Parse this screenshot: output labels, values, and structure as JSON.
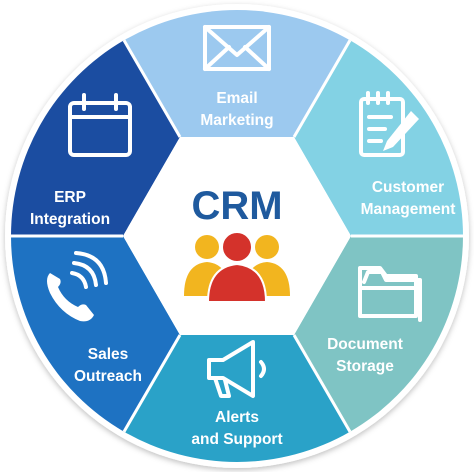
{
  "center": {
    "title": "CRM",
    "icon": "people-group-icon",
    "colors": {
      "title": "#1f5a9e",
      "front_person": "#d4322b",
      "side_people": "#f2b51f"
    }
  },
  "segments": [
    {
      "id": "email-marketing",
      "lines": [
        "Email",
        "Marketing"
      ],
      "icon": "envelope-icon",
      "color": "#9cc9ef"
    },
    {
      "id": "customer-management",
      "lines": [
        "Customer",
        "Management"
      ],
      "icon": "notepad-pencil-icon",
      "color": "#83d2e4"
    },
    {
      "id": "document-storage",
      "lines": [
        "Document",
        "Storage"
      ],
      "icon": "folder-icon",
      "color": "#7fc4c4"
    },
    {
      "id": "alerts-and-support",
      "lines": [
        "Alerts",
        "and Support"
      ],
      "icon": "megaphone-icon",
      "color": "#2aa2c8"
    },
    {
      "id": "sales-outreach",
      "lines": [
        "Sales",
        "Outreach"
      ],
      "icon": "phone-call-icon",
      "color": "#1e72c2"
    },
    {
      "id": "erp-integration",
      "lines": [
        "ERP",
        "Integration"
      ],
      "icon": "calendar-icon",
      "color": "#1b4da1"
    }
  ]
}
